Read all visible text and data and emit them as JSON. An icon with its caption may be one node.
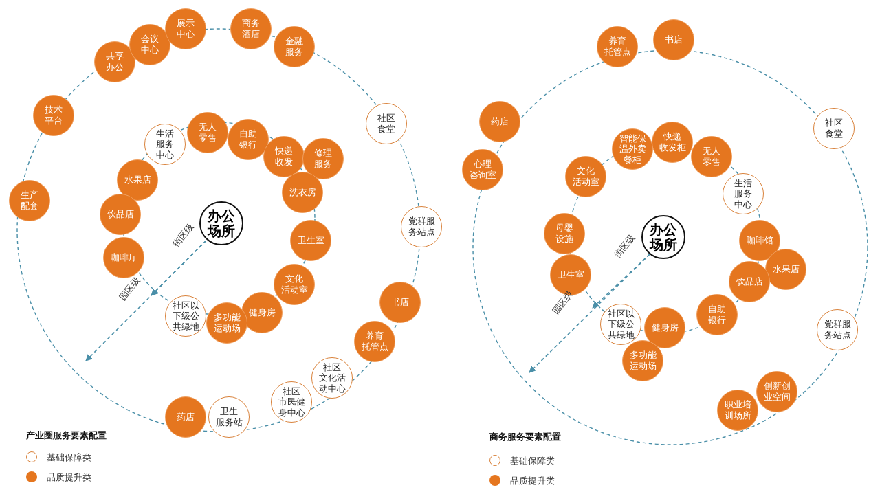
{
  "diagram": {
    "nodes": [
      {
        "text": [
          "办公场所"
        ]
      },
      {
        "text": [
          "共享办公"
        ]
      },
      {
        "text": [
          "会议中心"
        ]
      },
      {
        "text": [
          "展示中心"
        ]
      },
      {
        "text": [
          "商务酒店"
        ]
      },
      {
        "text": [
          "金融服务"
        ]
      },
      {
        "text": [
          "技术平台"
        ]
      },
      {
        "text": [
          "社区食堂"
        ]
      },
      {
        "text": [
          "生产配套"
        ]
      },
      {
        "text": [
          "党群服务站点"
        ]
      },
      {
        "text": [
          "书店"
        ]
      },
      {
        "text": [
          "养育托管点"
        ]
      },
      {
        "text": [
          "社区文化活动中心"
        ]
      },
      {
        "text": [
          "社区市民健身中心"
        ]
      },
      {
        "text": [
          "卫生服务站"
        ]
      },
      {
        "text": [
          "药店"
        ]
      },
      {
        "text": [
          "生活服务中心"
        ]
      },
      {
        "text": [
          "无人零售"
        ]
      },
      {
        "text": [
          "自助银行"
        ]
      },
      {
        "text": [
          "快递收发"
        ]
      },
      {
        "text": [
          "修理服务"
        ]
      },
      {
        "text": [
          "水果店"
        ]
      },
      {
        "text": [
          "洗衣房"
        ]
      },
      {
        "text": [
          "饮品店"
        ]
      },
      {
        "text": [
          "卫生室"
        ]
      },
      {
        "text": [
          "咖啡厅"
        ]
      },
      {
        "text": [
          "文化活动室"
        ]
      },
      {
        "text": [
          "健身房"
        ]
      },
      {
        "text": [
          "社区以下级公共绿地"
        ]
      },
      {
        "text": [
          "多功能运动场"
        ]
      },
      {
        "text": [
          "办公场所"
        ]
      },
      {
        "text": [
          "养育托管点"
        ]
      },
      {
        "text": [
          "书店"
        ]
      },
      {
        "text": [
          "药店"
        ]
      },
      {
        "text": [
          "社区食堂"
        ]
      },
      {
        "text": [
          "心理咨询室"
        ]
      },
      {
        "text": [
          "党群服务站点"
        ]
      },
      {
        "text": [
          "创新创业空间"
        ]
      },
      {
        "text": [
          "职业培训场所"
        ]
      },
      {
        "text": [
          "智能保温外卖餐柜"
        ]
      },
      {
        "text": [
          "快递收发柜"
        ]
      },
      {
        "text": [
          "无人零售"
        ]
      },
      {
        "text": [
          "文化活动室"
        ]
      },
      {
        "text": [
          "生活服务中心"
        ]
      },
      {
        "text": [
          "母婴设施"
        ]
      },
      {
        "text": [
          "咖啡馆"
        ]
      },
      {
        "text": [
          "水果店"
        ]
      },
      {
        "text": [
          "卫生室"
        ]
      },
      {
        "text": [
          "饮品店"
        ]
      },
      {
        "text": [
          "自助银行"
        ]
      },
      {
        "text": [
          "社区以下级公共绿地"
        ]
      },
      {
        "text": [
          "健身房"
        ]
      },
      {
        "text": [
          "多功能运动场"
        ]
      }
    ],
    "labels": [
      "街区级",
      "园区级",
      "街区级",
      "园区级",
      "产业圈服务要素配置",
      "商务服务要素配置"
    ],
    "legend": [
      {
        "text": "基础保障类"
      },
      {
        "text": "品质提升类",
        "color": "#e5761f"
      },
      {
        "text": "基础保障类"
      },
      {
        "text": "品质提升类",
        "color": "#e5761f"
      }
    ]
  }
}
